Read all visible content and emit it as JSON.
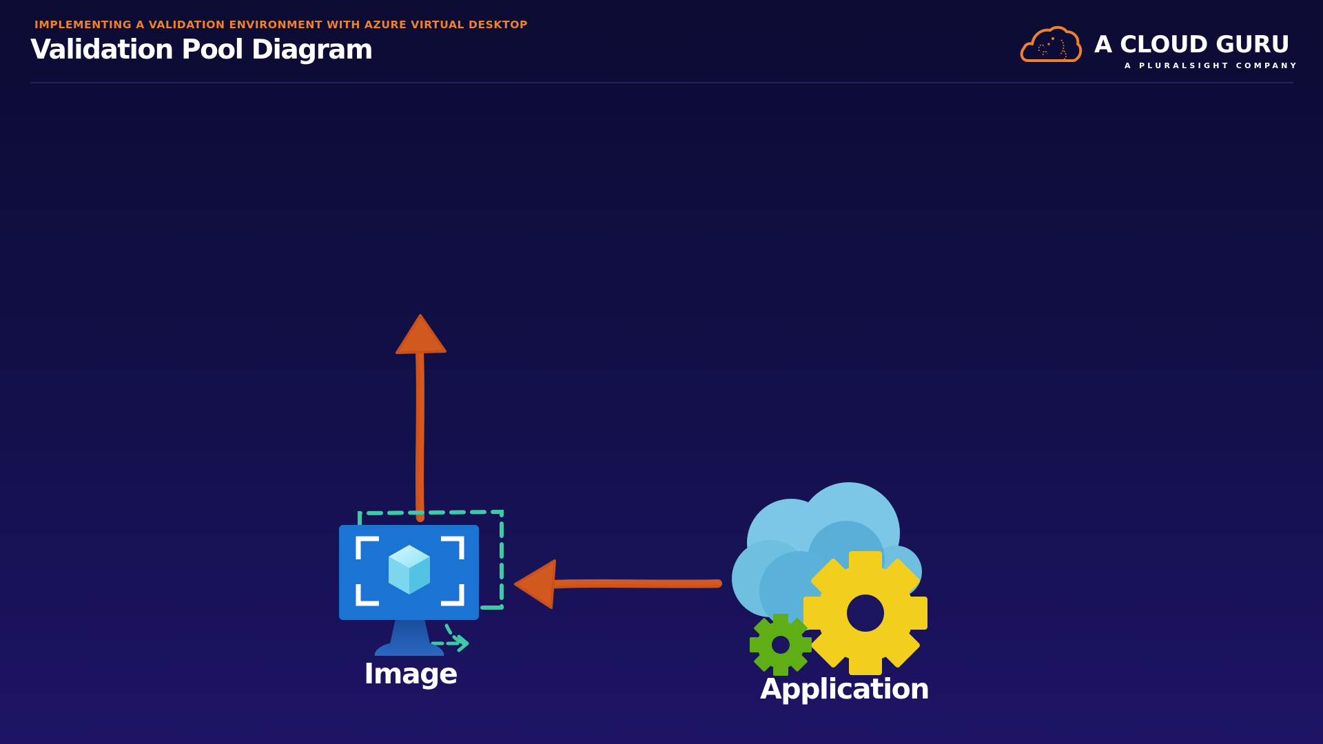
{
  "header": {
    "subtitle": "IMPLEMENTING A VALIDATION ENVIRONMENT WITH AZURE VIRTUAL DESKTOP",
    "title": "Validation Pool Diagram"
  },
  "logo": {
    "name": "A CLOUD GURU",
    "tagline": "A PLURALSIGHT COMPANY",
    "icon": "cloud-logo-icon"
  },
  "diagram": {
    "nodes": [
      {
        "id": "image",
        "label": "Image",
        "icon": "azure-virtual-machine-image-icon"
      },
      {
        "id": "application",
        "label": "Application",
        "icon": "cloud-gears-icon"
      }
    ],
    "arrows": [
      {
        "from": "application",
        "to": "image"
      },
      {
        "from": "image",
        "to": "up"
      }
    ]
  },
  "colors": {
    "background_top": "#0b0b33",
    "background_bottom": "#1d1465",
    "accent_orange": "#f0812c",
    "arrow": "#d35a1f",
    "monitor_blue": "#1b74d4",
    "dashed_teal": "#3ec9a7",
    "cloud_blue": "#6fbfe0",
    "gear_yellow": "#f2cf1d",
    "gear_green": "#5fae16"
  }
}
